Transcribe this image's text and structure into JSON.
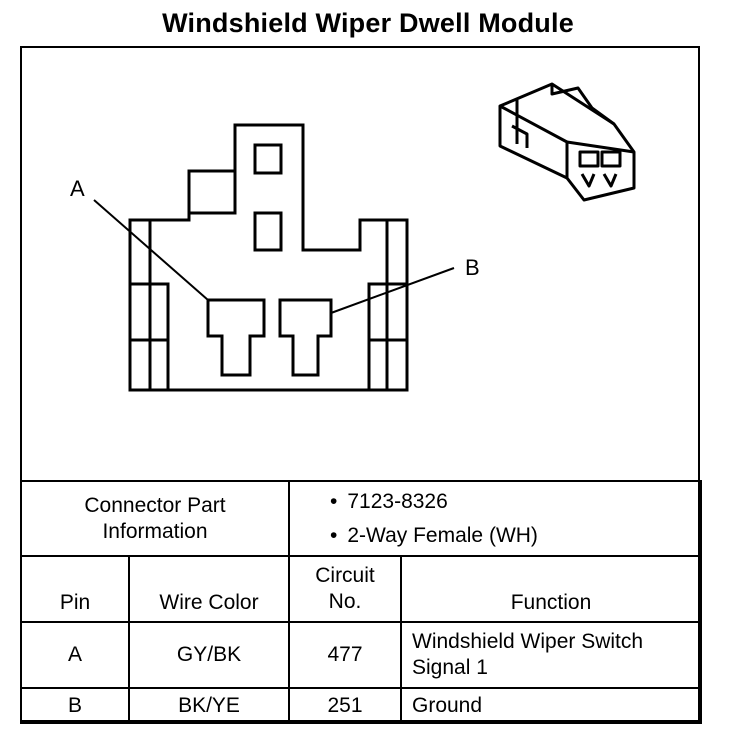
{
  "title": "Windshield Wiper Dwell Module",
  "diagram": {
    "callout_a": "A",
    "callout_b": "B"
  },
  "connector_info": {
    "label_line1": "Connector Part",
    "label_line2": "Information",
    "items": [
      "7123-8326",
      "2-Way Female (WH)"
    ]
  },
  "table": {
    "headers": {
      "pin": "Pin",
      "wire_color": "Wire Color",
      "circuit_line1": "Circuit",
      "circuit_line2": "No.",
      "function": "Function"
    },
    "rows": [
      {
        "pin": "A",
        "wire_color": "GY/BK",
        "circuit": "477",
        "function_line1": "Windshield Wiper Switch",
        "function_line2": "Signal 1"
      },
      {
        "pin": "B",
        "wire_color": "BK/YE",
        "circuit": "251",
        "function_line1": "Ground",
        "function_line2": ""
      }
    ]
  }
}
